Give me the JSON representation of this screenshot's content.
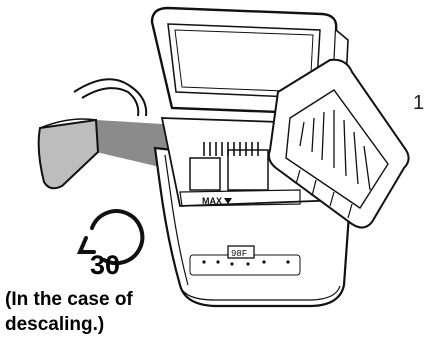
{
  "step_number": "1",
  "display": {
    "temperature": "98F"
  },
  "max_mark": "MAX",
  "timer": {
    "value": "30",
    "icon": "timer-icon"
  },
  "note": {
    "line1": "(In the case of",
    "line2": "descaling.)"
  }
}
